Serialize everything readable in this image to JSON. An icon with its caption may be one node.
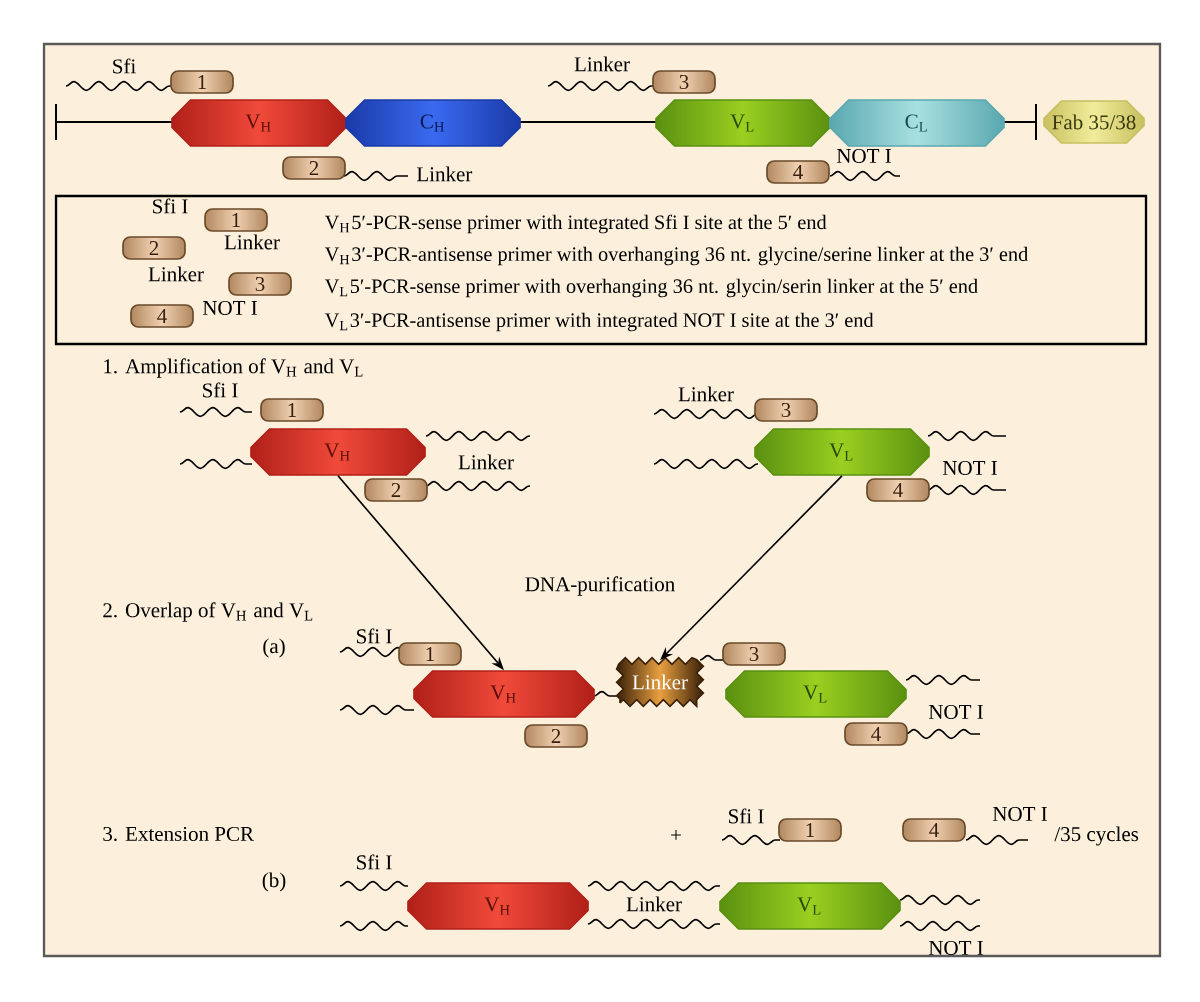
{
  "diagram": {
    "nodes": [
      {
        "text": [
          "V$_{H}$"
        ]
      },
      {
        "text": [
          "C$_{H}$"
        ]
      },
      {
        "text": [
          "V$_{L}$"
        ]
      },
      {
        "text": [
          "C$_{L}$"
        ]
      },
      {
        "text": [
          "Fab 35/38"
        ]
      },
      {
        "text": [
          "1"
        ],
        "beside": [
          "Sfi"
        ]
      },
      {
        "text": [
          "2"
        ]
      },
      {
        "text": [
          "3"
        ],
        "beside": [
          "Linker"
        ]
      },
      {
        "text": [
          "4"
        ],
        "beside": [
          "NOT I"
        ]
      },
      {
        "text": [
          "V$_{H}$5′-PCR-sense primer with integrated Sfi I site at the 5′ end",
          "V$_{H}$3′-PCR-antisense primer with overhanging 36 nt. glycine/serine linker at the 3′ end",
          "V$_{L}$5′-PCR-sense primer with overhanging 36 nt. glycin/serin linker at the 5′ end",
          "V$_{L}$3′-PCR-antisense primer with integrated NOT I site at the 3′ end"
        ]
      },
      {
        "text": [
          "1"
        ],
        "in": 9,
        "beside": [
          "Sfi I"
        ]
      },
      {
        "text": [
          "2"
        ],
        "in": 9
      },
      {
        "text": [
          "3"
        ],
        "in": 9
      },
      {
        "text": [
          "4"
        ],
        "in": 9,
        "beside": [
          "NOT I"
        ]
      },
      {
        "text": [
          "V$_{H}$"
        ]
      },
      {
        "text": [
          "1"
        ],
        "beside": [
          "Sfi I"
        ]
      },
      {
        "text": [
          "2"
        ],
        "beside": [
          "Linker"
        ]
      },
      {
        "text": [
          "V$_{L}$"
        ]
      },
      {
        "text": [
          "3"
        ],
        "beside": [
          "Linker"
        ]
      },
      {
        "text": [
          "4"
        ],
        "beside": [
          "NOT I"
        ]
      },
      {
        "text": [
          "V$_{H}$"
        ]
      },
      {
        "text": [
          "1"
        ],
        "beside": [
          "Sfi I"
        ]
      },
      {
        "text": [
          "2"
        ]
      },
      {
        "text": [
          "Linker"
        ]
      },
      {
        "text": [
          "V$_{L}$"
        ]
      },
      {
        "text": [
          "3"
        ]
      },
      {
        "text": [
          "4"
        ],
        "beside": [
          "NOT I"
        ]
      },
      {
        "text": [
          "1"
        ],
        "beside": [
          "Sfi I"
        ]
      },
      {
        "text": [
          "4"
        ],
        "beside": [
          "NOT I"
        ]
      },
      {
        "text": [
          "V$_{H}$"
        ],
        "beside": [
          "Sfi I"
        ]
      },
      {
        "text": [
          "V$_{L}$"
        ],
        "beside": [
          "NOT I"
        ]
      }
    ],
    "edges": [
      {
        "from": 14,
        "to": 20,
        "arrow": "to"
      },
      {
        "from": 17,
        "to": 23,
        "arrow": "to"
      }
    ],
    "labels": [
      "Linker",
      "Linker",
      "Linker",
      "1. Amplification of V$_{H}$ and V$_{L}$",
      "DNA-purification",
      "2. Overlap of V$_{H}$ and V$_{L}$",
      "(a)",
      "3. Extension PCR",
      "+",
      "/35 cycles",
      "(b)",
      "Linker"
    ]
  }
}
